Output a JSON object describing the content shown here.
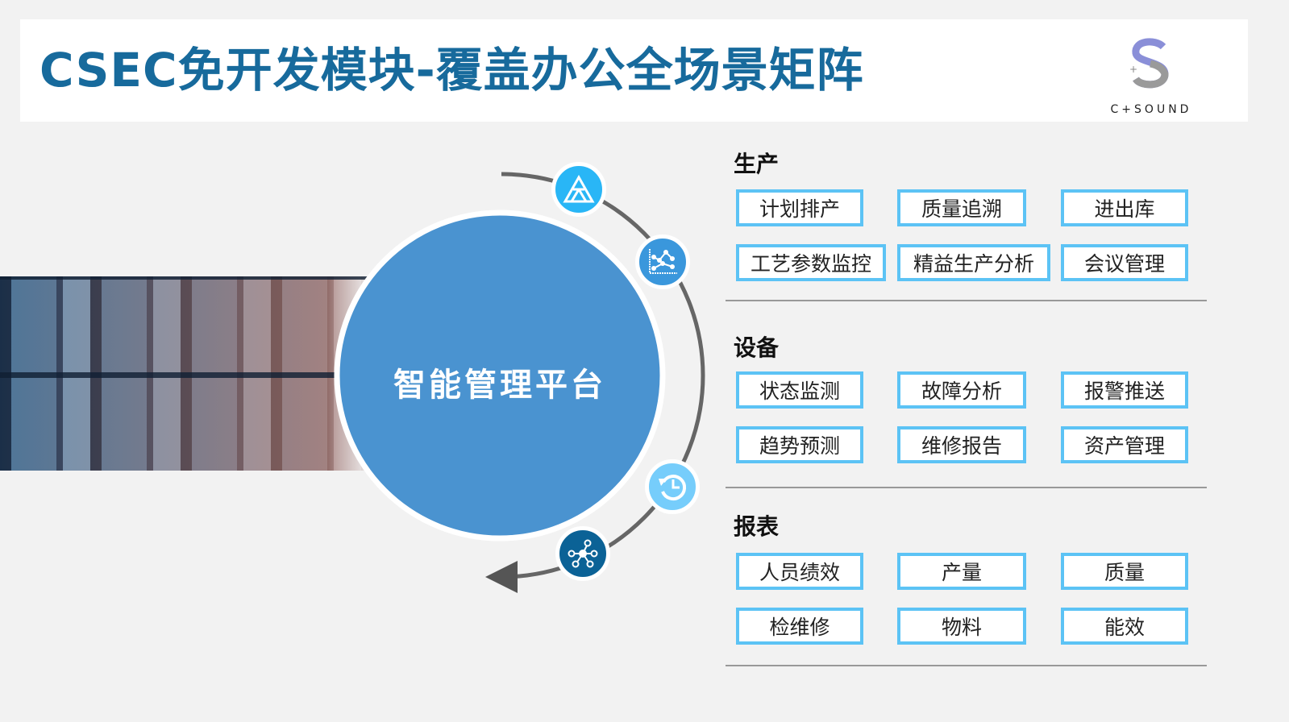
{
  "title": "CSEC免开发模块-覆盖办公全场景矩阵",
  "logo": {
    "text": "C+SOUND"
  },
  "center": {
    "label": "智能管理平台"
  },
  "colors": {
    "title": "#176a9c",
    "circle": "#4a93d0",
    "tag_border": "#5cc3f5"
  },
  "sections": [
    {
      "title": "生产",
      "rows": [
        [
          "计划排产",
          "质量追溯",
          "进出库"
        ],
        [
          "工艺参数监控",
          "精益生产分析",
          "会议管理"
        ]
      ]
    },
    {
      "title": "设备",
      "rows": [
        [
          "状态监测",
          "故障分析",
          "报警推送"
        ],
        [
          "趋势预测",
          "维修报告",
          "资产管理"
        ]
      ]
    },
    {
      "title": "报表",
      "rows": [
        [
          "人员绩效",
          "产量",
          "质量"
        ],
        [
          "检维修",
          "物料",
          "能效"
        ]
      ]
    }
  ],
  "icons": [
    "triangle-icon",
    "line-chart-icon",
    "history-icon",
    "network-icon"
  ]
}
